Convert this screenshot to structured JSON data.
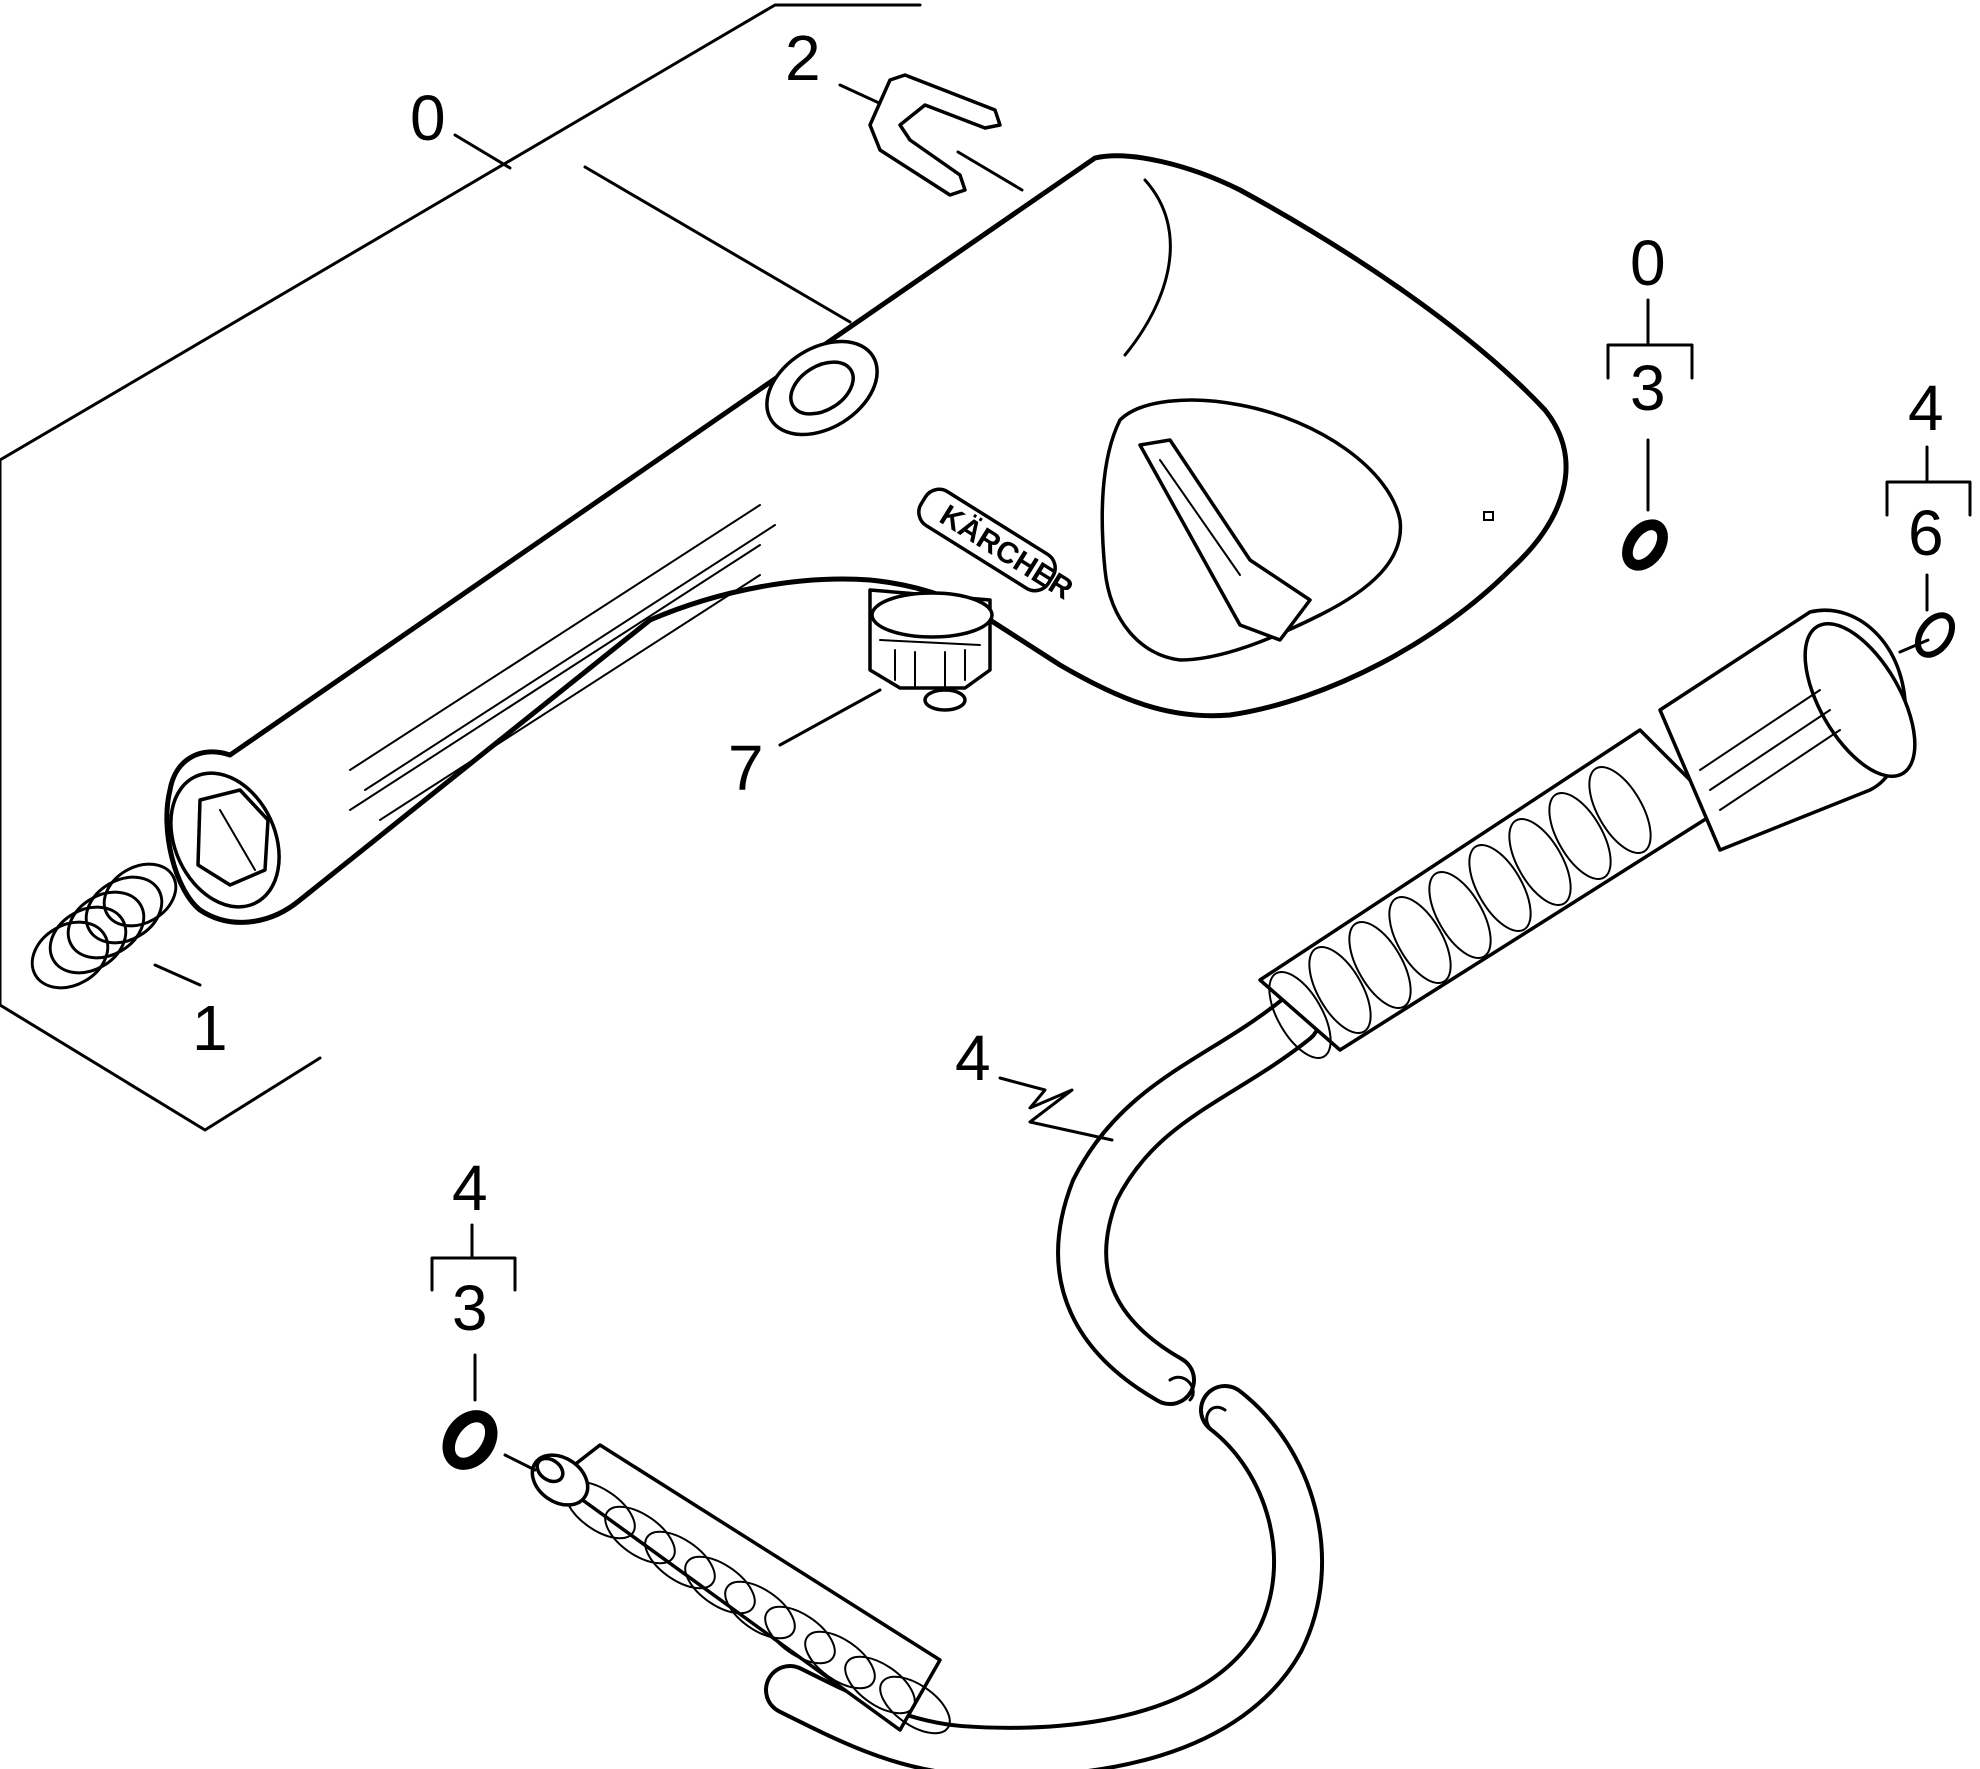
{
  "brand_text": "KÄRCHER",
  "callouts": {
    "handle_gun": "0",
    "clip": "2",
    "spring": "1",
    "connector": "7",
    "hose": "4",
    "kit_top_parent": "0",
    "kit_top_child": "3",
    "kit_right_parent": "4",
    "kit_right_child": "6",
    "kit_bottom_parent": "4",
    "kit_bottom_child": "3"
  }
}
